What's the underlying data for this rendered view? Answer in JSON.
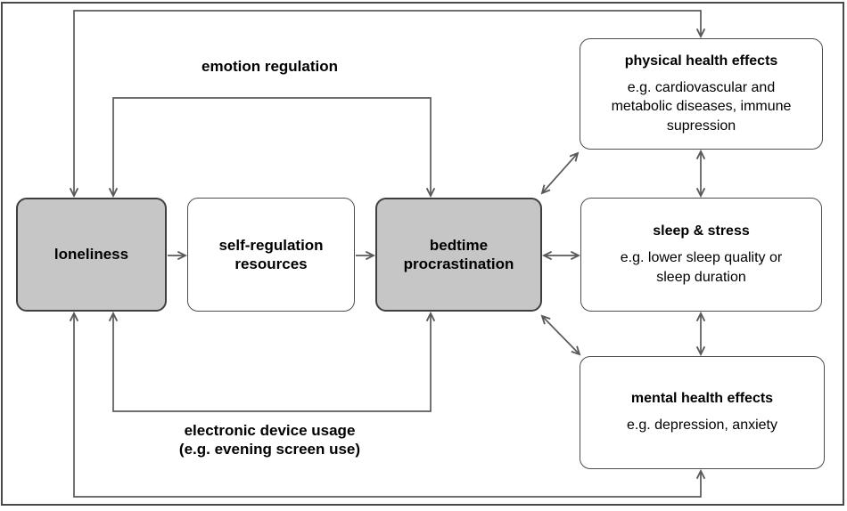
{
  "diagram": {
    "description": "conceptual model linking loneliness, self-regulation, bedtime procrastination and health outcomes",
    "nodes": {
      "loneliness": {
        "label": "loneliness"
      },
      "self_regulation": {
        "label_lines": [
          "self-regulation",
          "resources"
        ]
      },
      "bedtime": {
        "label_lines": [
          "bedtime",
          "procrastination"
        ]
      },
      "physical": {
        "title": "physical health effects",
        "detail_lines": [
          "e.g. cardiovascular and",
          "metabolic diseases, immune",
          "supression"
        ]
      },
      "sleep": {
        "title": "sleep & stress",
        "detail_lines": [
          "e.g. lower sleep quality or",
          "sleep duration"
        ]
      },
      "mental": {
        "title": "mental health effects",
        "detail_lines": [
          "e.g. depression, anxiety"
        ]
      }
    },
    "edge_labels": {
      "emotion_regulation": "emotion regulation",
      "electronic_device_line1": "electronic device usage",
      "electronic_device_line2": "(e.g. evening screen use)"
    },
    "colors": {
      "node_gray_fill": "#c6c6c6",
      "node_border": "#3f3f3f",
      "connector_line": "#595959",
      "text": "#000000",
      "background": "#ffffff"
    }
  }
}
